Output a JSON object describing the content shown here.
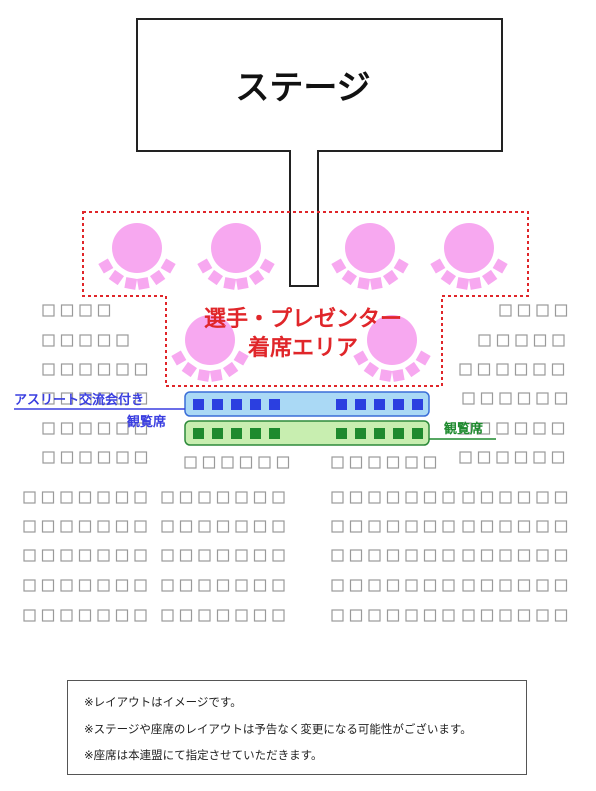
{
  "stage": {
    "label": "ステージ"
  },
  "player_area": {
    "label_line1": "選手・プレゼンター",
    "label_line2": "着席エリア"
  },
  "athlete_seats": {
    "label_line1": "アスリート交流会付き",
    "label_line2": "観覧席"
  },
  "viewing_seats": {
    "label": "観覧席"
  },
  "notes": [
    "※レイアウトはイメージです。",
    "※ステージや座席のレイアウトは予告なく変更になる可能性がございます。",
    "※座席は本連盟にて指定させていただきます。"
  ],
  "colors": {
    "stage_border": "#222222",
    "player_area_dotted": "#e0262a",
    "player_table": "#f7a8f0",
    "player_label": "#e0262a",
    "athlete_band_fill": "#aad9f5",
    "athlete_band_border": "#3a6ed8",
    "athlete_seat": "#2b3fe0",
    "athlete_label": "#3a3ee0",
    "viewing_band_fill": "#c8eeb0",
    "viewing_band_border": "#2d8a3a",
    "viewing_seat": "#1e8a2e",
    "viewing_label": "#1e8a2e",
    "general_seat_border": "#9a9a9a"
  }
}
